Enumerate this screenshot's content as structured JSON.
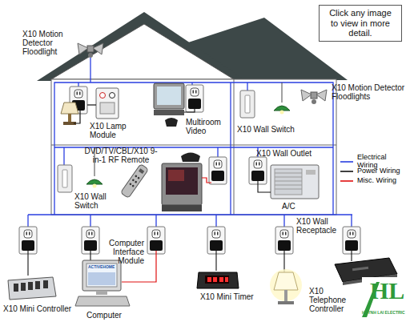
{
  "diagram": {
    "nodes": [
      {
        "text": [
          "Click any image to view in more detail."
        ]
      }
    ],
    "labels": [
      "X10 Motion Detector Floodlight",
      "X10 Lamp Module",
      "Multiroom Video",
      "X10 Wall Switch",
      "X10 Motion Detector Floodlights",
      "DVD/TV/CBL/X10 9-in-1 RF Remote",
      "X10 Wall Outlet",
      "X10 Wall Switch",
      "A/C",
      "X10 Wall Receptacle",
      "Computer Interface Module",
      "ACTIVEHOME",
      "X10 Mini Controller",
      "Computer",
      "X10 Mini Timer",
      "X10 Telephone Controller",
      "HL",
      "HUYNH LAI ELECTRIC"
    ],
    "legend": [
      {
        "text": "Electrical Wiring"
      },
      {
        "text": "Power Wiring"
      },
      {
        "text": "Misc. Wiring"
      }
    ]
  }
}
